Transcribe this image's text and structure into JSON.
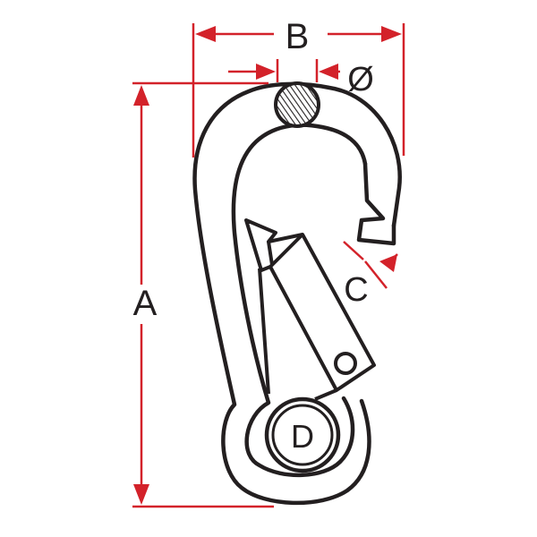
{
  "labels": {
    "a": "A",
    "b": "B",
    "c": "C",
    "d": "D",
    "diameter": "Ø"
  },
  "colors": {
    "dimension": "#d3222a",
    "outline": "#231f20",
    "hatch": "#231f20",
    "background": "#ffffff"
  }
}
